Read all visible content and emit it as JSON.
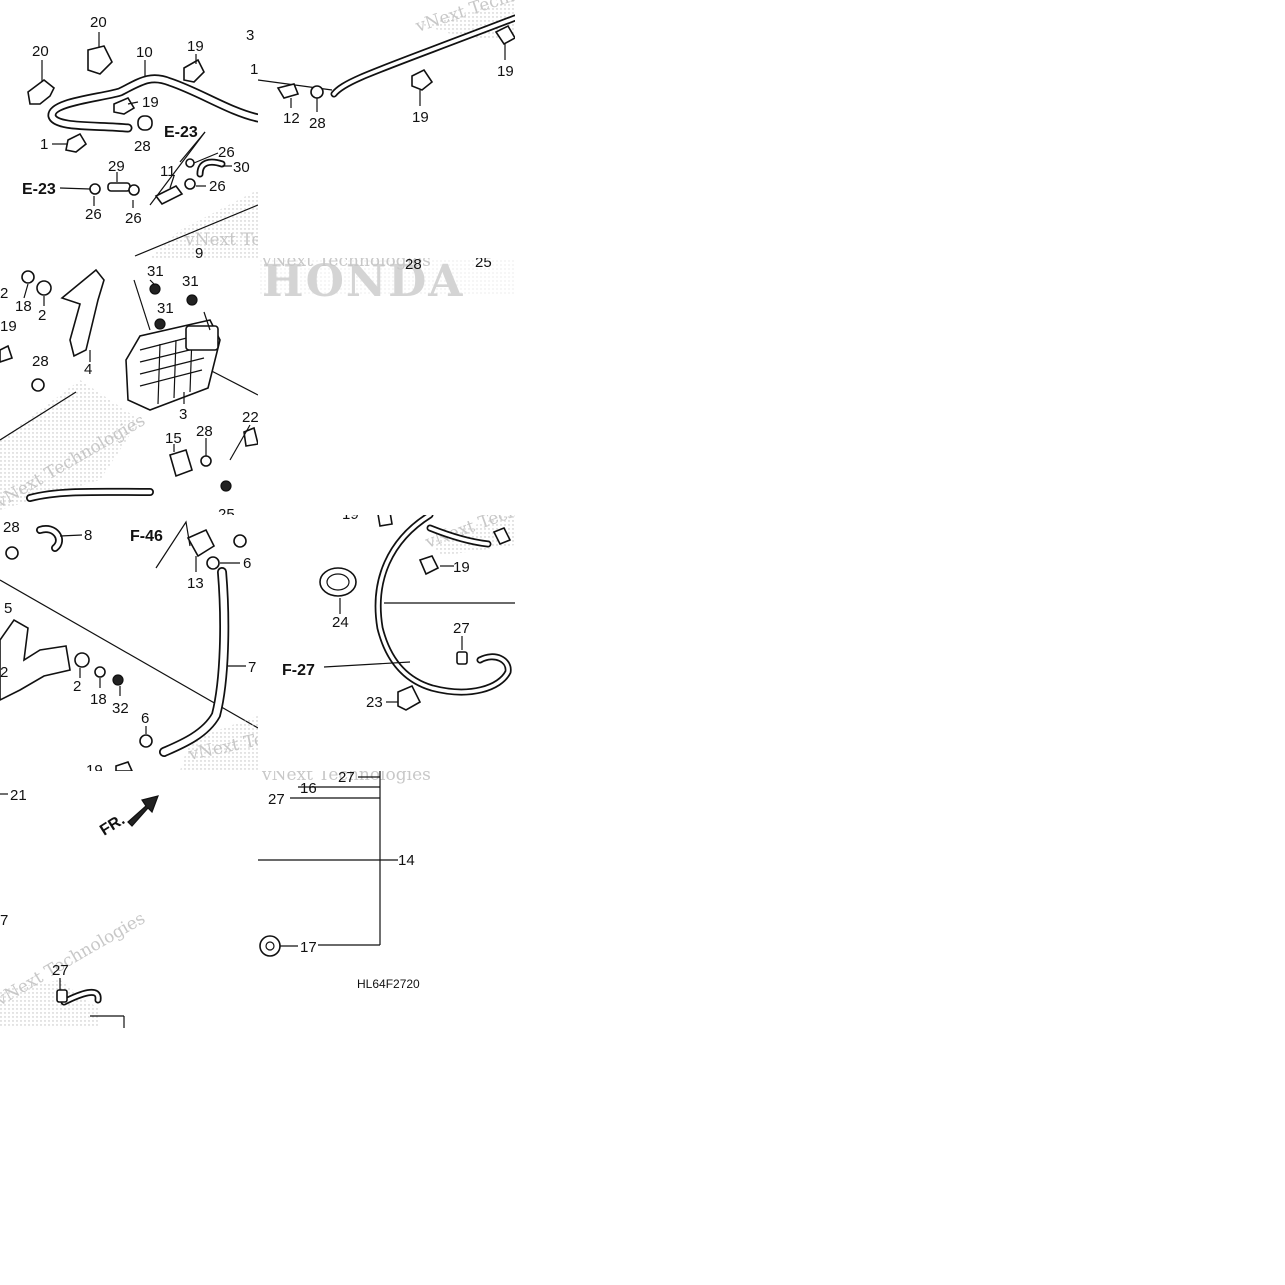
{
  "diagram": {
    "code": "HL64F2720",
    "brand_watermark": "HONDA",
    "watermark": "vNext Technologies",
    "front_marker": "FR.",
    "references": {
      "e23_a": "E-23",
      "e23_b": "E-23",
      "f46": "F-46",
      "f27": "F-27"
    },
    "part_labels": {
      "p20a": "20",
      "p20b": "20",
      "p10": "10",
      "p19a": "19",
      "p19b": "19",
      "p28a": "28",
      "p1": "1",
      "p29": "29",
      "p26a": "26",
      "p26b": "26",
      "p26c": "26",
      "p26d": "26",
      "p11": "11",
      "p30": "30",
      "p9": "9",
      "p3top": "3",
      "p1top": "1",
      "p12": "12",
      "p28b": "28",
      "p19c": "19",
      "p19d": "19",
      "p28c": "28",
      "p25a": "25",
      "p2a": "2",
      "p18a": "18",
      "p2b": "2",
      "p19e": "19",
      "p4": "4",
      "p28d": "28",
      "p31a": "31",
      "p31b": "31",
      "p31c": "31",
      "p3": "3",
      "p15": "15",
      "p28e": "28",
      "p22": "22",
      "p25b": "25",
      "p28f": "28",
      "p8": "8",
      "p13": "13",
      "p6a": "6",
      "p5": "5",
      "p2c": "2",
      "p18b": "18",
      "p32": "32",
      "p6b": "6",
      "p7": "7",
      "p19f": "19",
      "p19g": "19",
      "p19h": "19",
      "p24": "24",
      "p27a": "27",
      "p23": "23",
      "p21": "21",
      "p27b": "27",
      "p16": "16",
      "p27c": "27",
      "p14": "14",
      "p17": "17",
      "p27d": "27",
      "p7b": "7"
    }
  }
}
